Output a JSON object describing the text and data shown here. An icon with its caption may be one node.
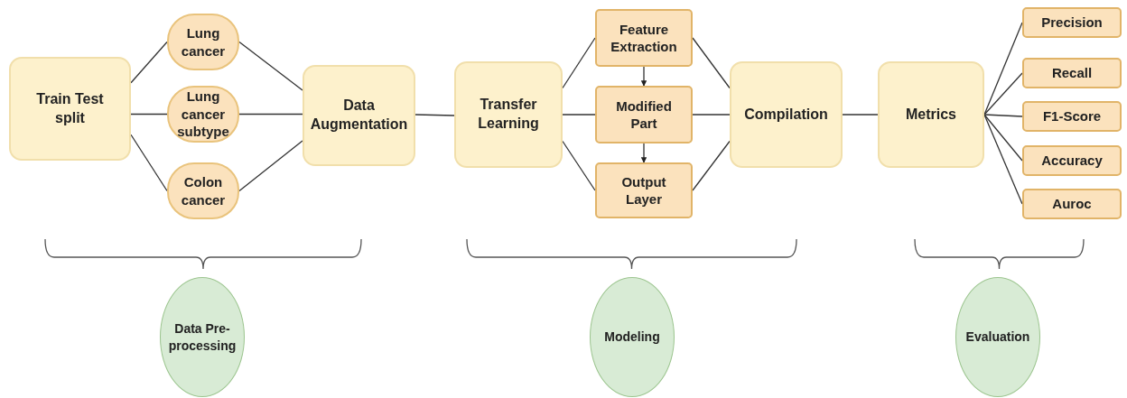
{
  "diagram": {
    "nodes": [
      {
        "text": [
          "Train Test split"
        ]
      },
      {
        "text": [
          "Lung cancer"
        ]
      },
      {
        "text": [
          "Lung cancer subtype"
        ]
      },
      {
        "text": [
          "Colon cancer"
        ]
      },
      {
        "text": [
          "Data Augmentation"
        ]
      },
      {
        "text": [
          "Transfer Learning"
        ]
      },
      {
        "text": [
          "Feature Extraction"
        ]
      },
      {
        "text": [
          "Modified Part"
        ]
      },
      {
        "text": [
          "Output Layer"
        ]
      },
      {
        "text": [
          "Compilation"
        ]
      },
      {
        "text": [
          "Metrics"
        ]
      },
      {
        "text": [
          "Precision"
        ]
      },
      {
        "text": [
          "Recall"
        ]
      },
      {
        "text": [
          "F1-Score"
        ]
      },
      {
        "text": [
          "Accuracy"
        ]
      },
      {
        "text": [
          "Auroc"
        ]
      },
      {
        "text": [
          "Data Pre-processing"
        ]
      },
      {
        "text": [
          "Modeling"
        ]
      },
      {
        "text": [
          "Evaluation"
        ]
      }
    ],
    "edges": [
      {
        "from": 0,
        "to": 1,
        "arrow": "none"
      },
      {
        "from": 0,
        "to": 2,
        "arrow": "none"
      },
      {
        "from": 0,
        "to": 3,
        "arrow": "none"
      },
      {
        "from": 1,
        "to": 4,
        "arrow": "none"
      },
      {
        "from": 2,
        "to": 4,
        "arrow": "none"
      },
      {
        "from": 3,
        "to": 4,
        "arrow": "none"
      },
      {
        "from": 4,
        "to": 5,
        "arrow": "none"
      },
      {
        "from": 5,
        "to": 6,
        "arrow": "none"
      },
      {
        "from": 5,
        "to": 7,
        "arrow": "none"
      },
      {
        "from": 5,
        "to": 8,
        "arrow": "none"
      },
      {
        "from": 6,
        "to": 7,
        "arrow": "to"
      },
      {
        "from": 7,
        "to": 8,
        "arrow": "to"
      },
      {
        "from": 6,
        "to": 9,
        "arrow": "none"
      },
      {
        "from": 7,
        "to": 9,
        "arrow": "none"
      },
      {
        "from": 8,
        "to": 9,
        "arrow": "none"
      },
      {
        "from": 9,
        "to": 10,
        "arrow": "none"
      },
      {
        "from": 10,
        "to": 11,
        "arrow": "none"
      },
      {
        "from": 10,
        "to": 12,
        "arrow": "none"
      },
      {
        "from": 10,
        "to": 13,
        "arrow": "none"
      },
      {
        "from": 10,
        "to": 14,
        "arrow": "none"
      },
      {
        "from": 10,
        "to": 15,
        "arrow": "none"
      }
    ]
  }
}
